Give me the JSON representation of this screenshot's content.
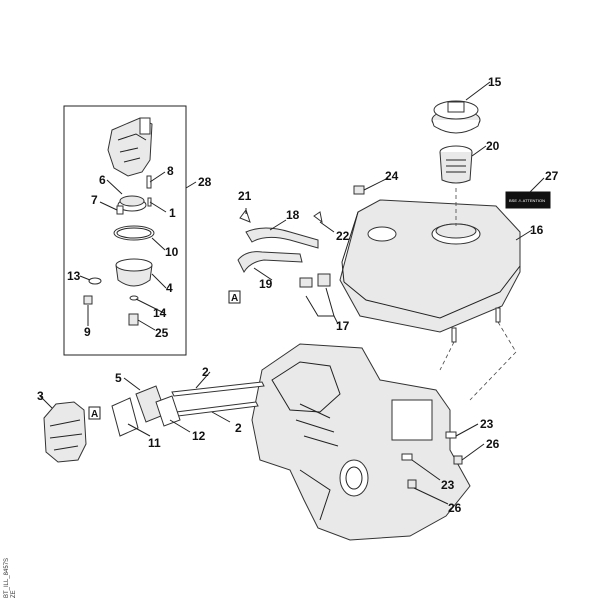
{
  "labels": {
    "l1": "1",
    "l2a": "2",
    "l2b": "2",
    "l3": "3",
    "l4": "4",
    "l5": "5",
    "l6": "6",
    "l7": "7",
    "l8": "8",
    "l9": "9",
    "l10": "10",
    "l11": "11",
    "l12": "12",
    "l13": "13",
    "l14": "14",
    "l15": "15",
    "l16": "16",
    "l17": "17",
    "l18": "18",
    "l19": "19",
    "l20": "20",
    "l21": "21",
    "l22": "22",
    "l23a": "23",
    "l23b": "23",
    "l24": "24",
    "l25": "25",
    "l26a": "26",
    "l26b": "26",
    "l27": "27",
    "l28": "28"
  },
  "refs": {
    "a1": "A",
    "a2": "A"
  },
  "decal_text": "BSE ⚠ ATTENTION",
  "side_code": "BT_ILL_8457S",
  "side_code_2": "ZE"
}
